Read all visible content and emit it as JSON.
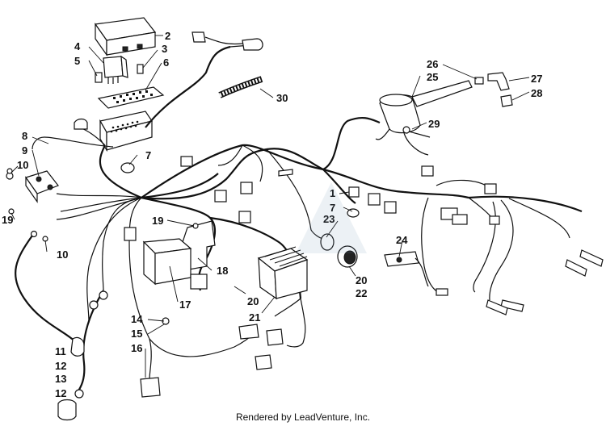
{
  "footer": {
    "credit": "Rendered by LeadVenture, Inc."
  },
  "callouts": {
    "c1": "1",
    "c2": "2",
    "c3": "3",
    "c4": "4",
    "c5": "5",
    "c6": "6",
    "c7a": "7",
    "c7b": "7",
    "c8": "8",
    "c9": "9",
    "c10a": "10",
    "c10b": "10",
    "c11": "11",
    "c12a": "12",
    "c12b": "12",
    "c13": "13",
    "c14": "14",
    "c15": "15",
    "c16": "16",
    "c17": "17",
    "c18": "18",
    "c19a": "19",
    "c19b": "19",
    "c20a": "20",
    "c20b": "20",
    "c21": "21",
    "c22": "22",
    "c23": "23",
    "c24": "24",
    "c25": "25",
    "c26": "26",
    "c27": "27",
    "c28": "28",
    "c29": "29",
    "c30": "30"
  }
}
